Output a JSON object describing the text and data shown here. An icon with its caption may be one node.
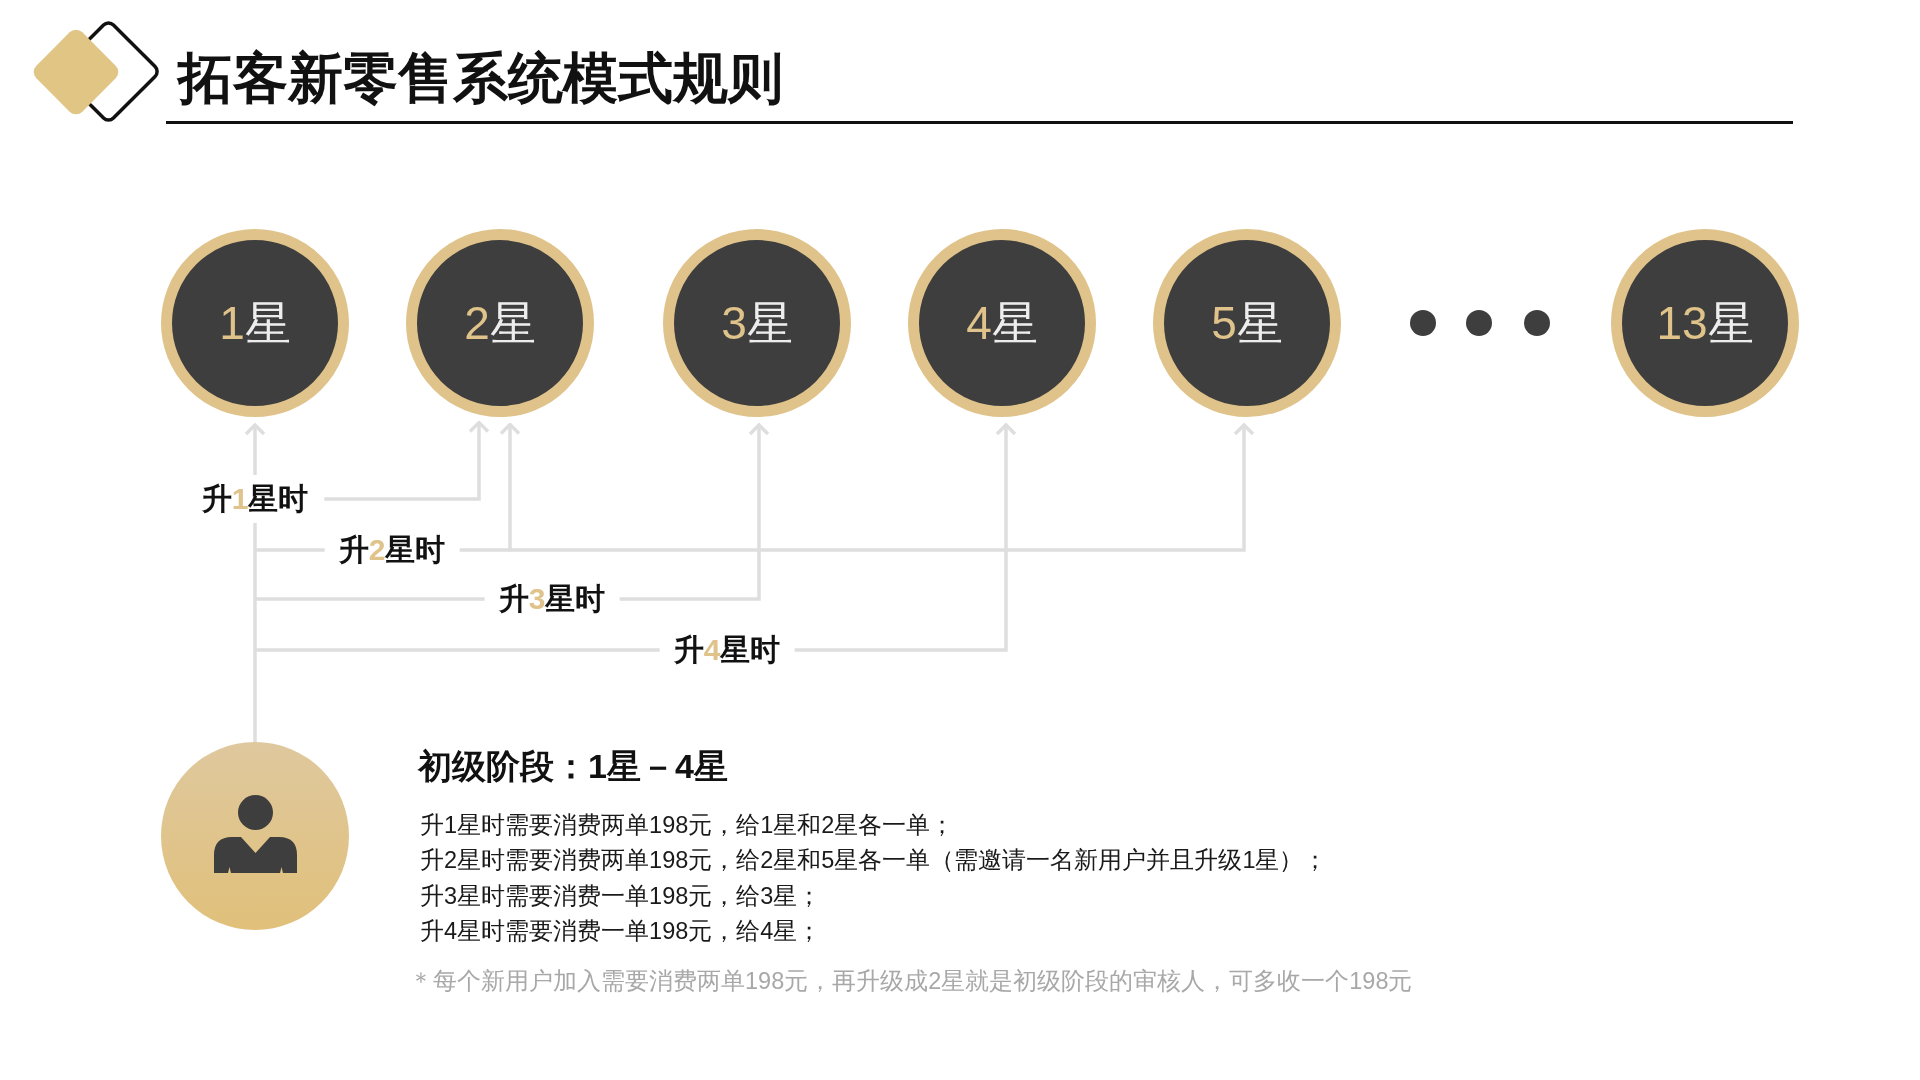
{
  "diagram": {
    "title": "拓客新零售系统模式规则",
    "nodes": [
      {
        "text": [
          "1星"
        ]
      },
      {
        "text": [
          "2星"
        ]
      },
      {
        "text": [
          "3星"
        ]
      },
      {
        "text": [
          "4星"
        ]
      },
      {
        "text": [
          "5星"
        ]
      },
      {
        "text": [
          "13星"
        ]
      },
      {
        "text": [
          "升1星时"
        ]
      },
      {
        "text": [],
        "shape": "person"
      }
    ],
    "edges": [
      {
        "from": 7,
        "to": 6,
        "arrow": "none"
      },
      {
        "from": 6,
        "to": 0,
        "arrow": "to"
      },
      {
        "from": 6,
        "to": 1,
        "arrow": "to"
      },
      {
        "from": 7,
        "to": 1,
        "arrow": "to",
        "label": "升2星时"
      },
      {
        "from": 7,
        "to": 4,
        "arrow": "to"
      },
      {
        "from": 7,
        "to": 2,
        "arrow": "to",
        "label": "升3星时"
      },
      {
        "from": 7,
        "to": 3,
        "arrow": "to",
        "label": "升4星时"
      }
    ],
    "labels": [
      "初级阶段：1星－4星",
      "升1星时需要消费两单198元，给1星和2星各一单；",
      "升2星时需要消费两单198元，给2星和5星各一单（需邀请一名新用户并且升级1星）；",
      "升3星时需要消费一单198元，给3星；",
      "升4星时需要消费一单198元，给4星；",
      "＊每个新用户加入需要消费两单198元，再升级成2星就是初级阶段的审核人，可多收一个198元"
    ]
  }
}
